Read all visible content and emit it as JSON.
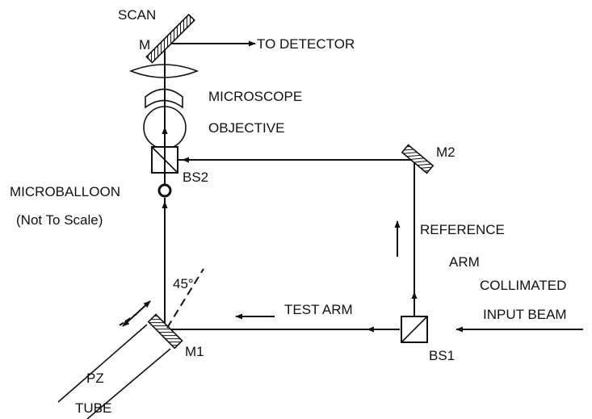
{
  "colors": {
    "ink": "#111111",
    "background": "#ffffff"
  },
  "labels": {
    "scan": "SCAN",
    "m": "M",
    "to_detector": "TO DETECTOR",
    "microscope": "MICROSCOPE",
    "objective": "OBJECTIVE",
    "m2": "M2",
    "bs2": "BS2",
    "microballoon": "MICROBALLOON",
    "not_to_scale": "(Not To Scale)",
    "reference": "REFERENCE",
    "arm": "ARM",
    "angle": "45°",
    "collimated": "COLLIMATED",
    "input_beam": "INPUT BEAM",
    "test_arm": "TEST ARM",
    "m1": "M1",
    "bs1": "BS1",
    "pz": "PZ",
    "tube": "TUBE"
  }
}
